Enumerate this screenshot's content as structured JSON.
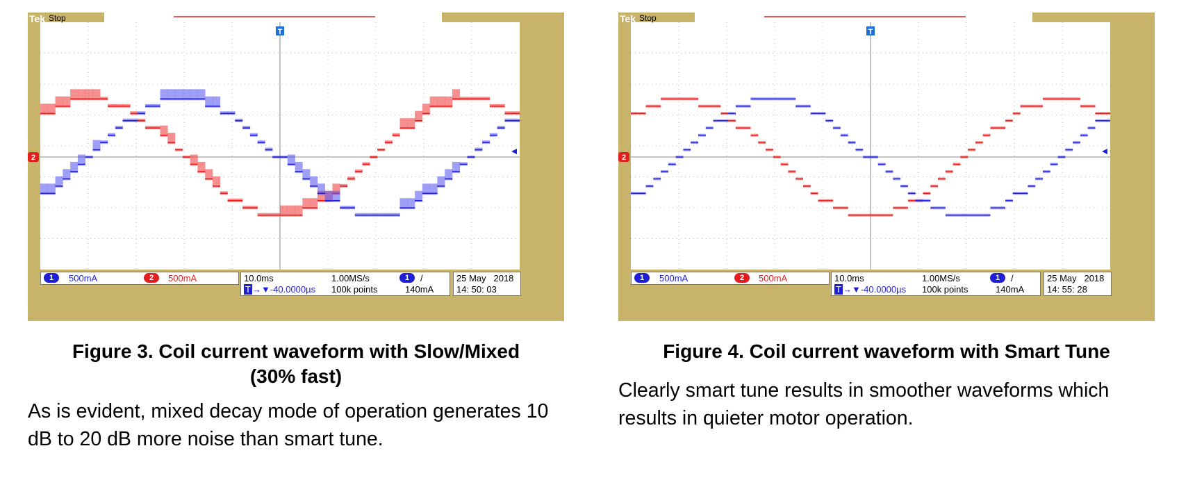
{
  "figures": [
    {
      "status": {
        "brand": "Tek",
        "state": "Stop"
      },
      "trigger_marker": "T",
      "ch2_marker": "2",
      "ch1": {
        "badge": "1",
        "scale": "500mA",
        "color": "#1f1fd6"
      },
      "ch2": {
        "badge": "2",
        "scale": "500mA",
        "color": "#e21e1e"
      },
      "timebase": "10.0ms",
      "sample_rate": "1.00MS/s",
      "trigger_offset": "▼-40.0000µs",
      "record_length": "100k points",
      "trigger": {
        "badge": "1",
        "slope": "/",
        "level": "140mA"
      },
      "date": "25 May   2018",
      "time": "14: 50: 03",
      "caption_lines": [
        "Figure 3. Coil current waveform with Slow/Mixed",
        "(30% fast)"
      ],
      "description": "As is evident, mixed decay mode of operation generates 10 dB to 20 dB more noise than smart tune."
    },
    {
      "status": {
        "brand": "Tek",
        "state": "Stop"
      },
      "trigger_marker": "T",
      "ch2_marker": "2",
      "ch1": {
        "badge": "1",
        "scale": "500mA",
        "color": "#1f1fd6"
      },
      "ch2": {
        "badge": "2",
        "scale": "500mA",
        "color": "#e21e1e"
      },
      "timebase": "10.0ms",
      "sample_rate": "1.00MS/s",
      "trigger_offset": "▼-40.0000µs",
      "record_length": "100k points",
      "trigger": {
        "badge": "1",
        "slope": "/",
        "level": "140mA"
      },
      "date": "25 May   2018",
      "time": "14: 55: 28",
      "caption_lines": [
        "Figure 4. Coil current waveform with Smart Tune"
      ],
      "description": "Clearly smart tune results in smoother waveforms which results in quieter motor operation."
    }
  ]
}
